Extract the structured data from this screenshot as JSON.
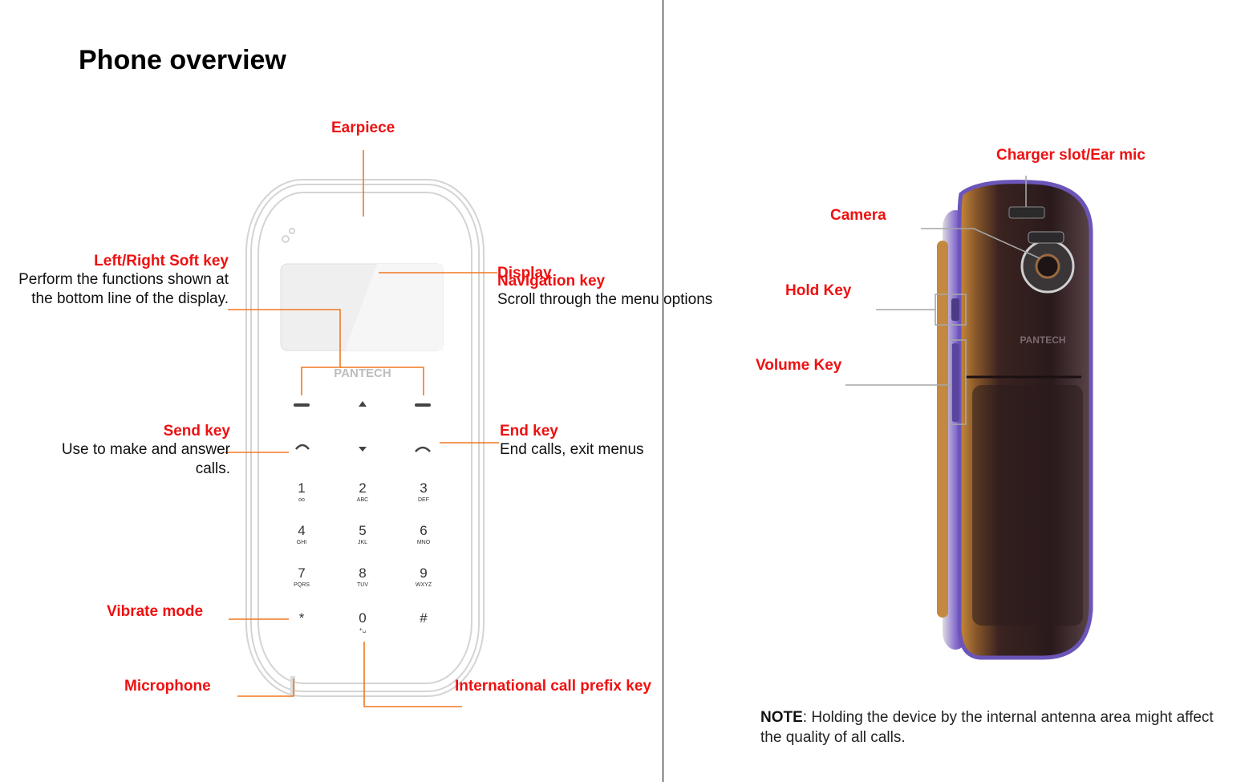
{
  "page_title": "Phone overview",
  "brand": "PANTECH",
  "labels": {
    "earpiece": "Earpiece",
    "soft_key": "Left/Right Soft key",
    "soft_key_desc_1": "Perform the functions shown at",
    "soft_key_desc_2": "the bottom line of the display.",
    "display": "Display",
    "navigation_key": "Navigation key",
    "navigation_desc": "Scroll through the menu options",
    "send_key": "Send key",
    "send_desc_1": "Use to make and answer",
    "send_desc_2": "calls.",
    "end_key": "End key",
    "end_desc": "End calls, exit menus",
    "vibrate_mode": "Vibrate mode",
    "microphone": "Microphone",
    "intl_prefix_key": "International call prefix key",
    "charger_slot": "Charger slot/Ear mic",
    "camera": "Camera",
    "hold_key": "Hold Key",
    "volume_key": "Volume Key"
  },
  "keypad": [
    {
      "digit": "1",
      "letters": "oo"
    },
    {
      "digit": "2",
      "letters": "ABC"
    },
    {
      "digit": "3",
      "letters": "DEF"
    },
    {
      "digit": "4",
      "letters": "GHI"
    },
    {
      "digit": "5",
      "letters": "JKL"
    },
    {
      "digit": "6",
      "letters": "MNO"
    },
    {
      "digit": "7",
      "letters": "PQRS"
    },
    {
      "digit": "8",
      "letters": "TUV"
    },
    {
      "digit": "9",
      "letters": "WXYZ"
    },
    {
      "digit": "*",
      "letters": ""
    },
    {
      "digit": "0",
      "letters": "+␣"
    },
    {
      "digit": "#",
      "letters": ""
    }
  ],
  "note": {
    "label": "NOTE",
    "text": ": Holding the device by the internal antenna area might affect",
    "text_line2": "the quality of all calls."
  },
  "colors": {
    "label_red": "#ee1111",
    "leader_orange": "#f07820",
    "leader_gray": "#a6a6a6",
    "phone_purple": "#7a5fc0"
  }
}
